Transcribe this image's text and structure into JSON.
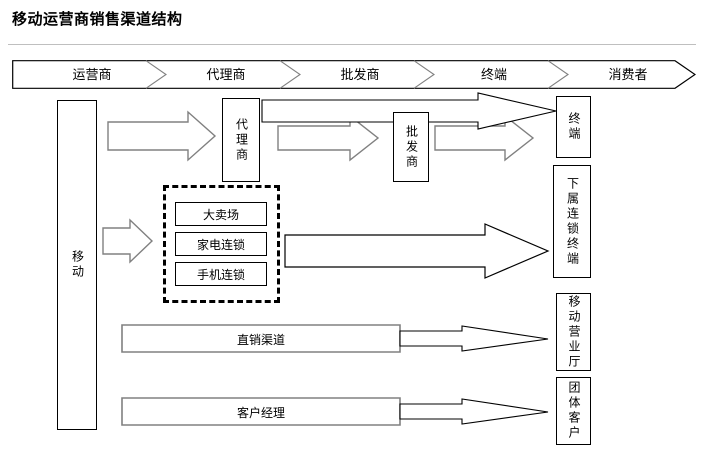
{
  "title": "移动运营商销售渠道结构",
  "header": {
    "stages": [
      {
        "label": "运营商"
      },
      {
        "label": "代理商"
      },
      {
        "label": "批发商"
      },
      {
        "label": "终端"
      },
      {
        "label": "消费者"
      }
    ]
  },
  "nodes": {
    "operator": {
      "label": "移动"
    },
    "agent": {
      "label": "代理商"
    },
    "wholesaler": {
      "label": "批发商"
    },
    "terminal": {
      "label": "终端"
    },
    "chain_terminal": {
      "label": "下属连锁终端"
    },
    "mobile_hall": {
      "label": "移动营业厅"
    },
    "group_customer": {
      "label": "团体客户"
    }
  },
  "retail_group": {
    "items": [
      {
        "label": "大卖场"
      },
      {
        "label": "家电连锁"
      },
      {
        "label": "手机连锁"
      }
    ]
  },
  "channels": [
    {
      "label": "直销渠道"
    },
    {
      "label": "客户经理"
    }
  ],
  "colors": {
    "line": "#000000",
    "arrow_stroke": "#808080",
    "rule": "#bfbfbf",
    "background": "#ffffff"
  }
}
